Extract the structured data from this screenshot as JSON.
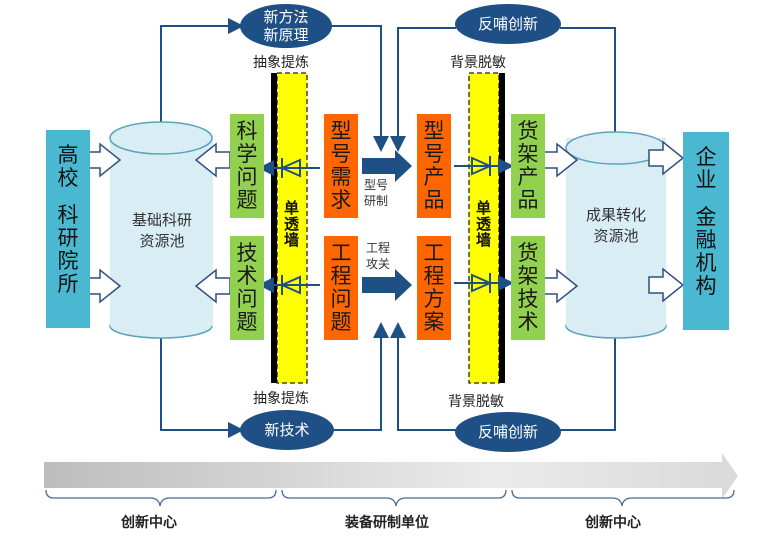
{
  "ellipses": {
    "top_left": "新方法\n新原理",
    "top_left_line1": "新方法",
    "top_left_line2": "新原理",
    "top_right": "反哺创新",
    "bottom_left": "新技术",
    "bottom_right": "反哺创新"
  },
  "labels": {
    "abstract_top": "抽象提炼",
    "abstract_bottom": "抽象提炼",
    "desensitize_top": "背景脱敏",
    "desensitize_bottom": "背景脱敏",
    "model_dev_1": "型号",
    "model_dev_2": "研制",
    "eng_attack_1": "工程",
    "eng_attack_2": "攻关"
  },
  "left_org": {
    "chars_top": [
      "高",
      "校"
    ],
    "chars_bottom": [
      "科",
      "研",
      "院",
      "所"
    ]
  },
  "right_org": {
    "chars_top": [
      "企",
      "业"
    ],
    "chars_bottom": [
      "金",
      "融",
      "机",
      "构"
    ]
  },
  "left_pool": {
    "line1": "基础科研",
    "line2": "资源池"
  },
  "right_pool": {
    "line1": "成果转化",
    "line2": "资源池"
  },
  "left_green": [
    {
      "chars": [
        "科",
        "学",
        "问",
        "题"
      ]
    },
    {
      "chars": [
        "技",
        "术",
        "问",
        "题"
      ]
    }
  ],
  "left_orange": [
    {
      "chars": [
        "型",
        "号",
        "需",
        "求"
      ]
    },
    {
      "chars": [
        "工",
        "程",
        "问",
        "题"
      ]
    }
  ],
  "right_orange": [
    {
      "chars": [
        "型",
        "号",
        "产",
        "品"
      ]
    },
    {
      "chars": [
        "工",
        "程",
        "方",
        "案"
      ]
    }
  ],
  "right_green": [
    {
      "chars": [
        "货",
        "架",
        "产",
        "品"
      ]
    },
    {
      "chars": [
        "货",
        "架",
        "技",
        "术"
      ]
    }
  ],
  "walls": {
    "left": "单透墙",
    "right": "单透墙"
  },
  "timeline": {
    "segments": [
      "创新中心",
      "装备研制单位",
      "创新中心"
    ]
  },
  "colors": {
    "navy": "#1e4f85",
    "green": "#92d050",
    "orange": "#ff6600",
    "cyan": "#4ab8d0",
    "wall_yellow": "#ffff00",
    "pool": "#d9edf5"
  }
}
